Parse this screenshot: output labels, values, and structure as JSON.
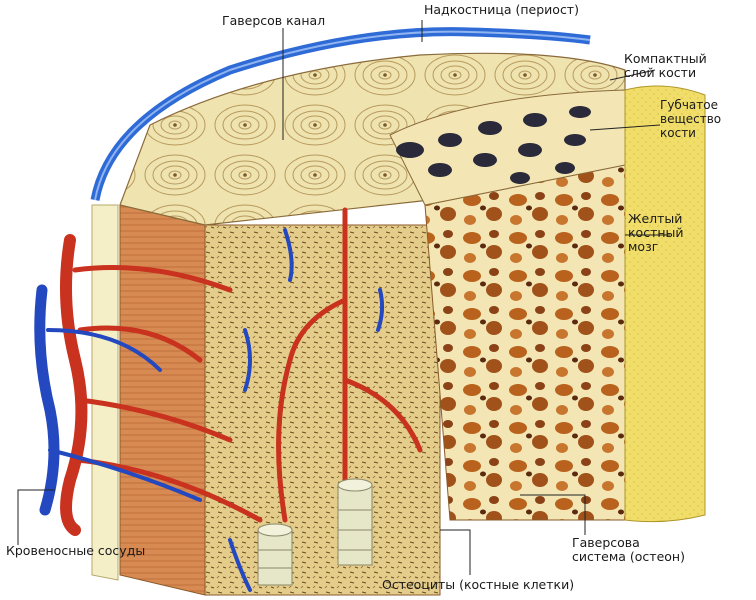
{
  "labels": {
    "haversian_canal": "Гаверсов канал",
    "periosteum": "Надкостница (периост)",
    "compact_bone": [
      "Компактный",
      "слой кости"
    ],
    "spongy_bone": [
      "Губчатое",
      "вещество",
      "кости"
    ],
    "yellow_marrow": [
      "Желтый",
      "костный",
      "мозг"
    ],
    "blood_vessels": "Кровеносные сосуды",
    "osteon": [
      "Гаверсова",
      "система (остеон)"
    ],
    "osteocytes": "Остеоциты (костные клетки)"
  },
  "colors": {
    "periosteum": "#2f6bd6",
    "artery": "#c8321e",
    "vein": "#2448c0",
    "compact_bone": "#e8d79a",
    "spongy_bone": "#efe2a6",
    "marrow": "#f1de6a",
    "bone_cut": "#c98c4a",
    "pores": "#b8621e",
    "leader_line": "#222222"
  }
}
